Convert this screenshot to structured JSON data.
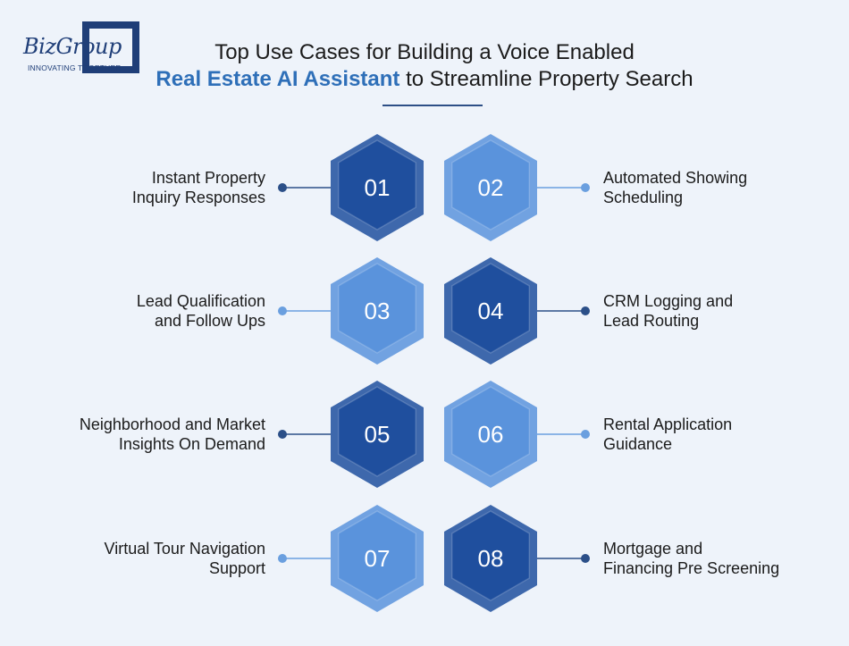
{
  "logo": {
    "brand": "BizGroup",
    "tagline": "INNOVATING TOGETHER"
  },
  "title": {
    "line1": "Top Use Cases for Building a Voice Enabled",
    "highlight": "Real Estate AI Assistant",
    "line2_rest": " to Streamline Property Search"
  },
  "colors": {
    "dark": "#1f4f9e",
    "light": "#5a93dc",
    "line_dark": "#2b4f88",
    "line_light": "#6a9fdf"
  },
  "items": [
    {
      "number": "01",
      "line1": "Instant Property",
      "line2": "Inquiry Responses",
      "side": "left",
      "tone": "dark"
    },
    {
      "number": "02",
      "line1": "Automated Showing",
      "line2": "Scheduling",
      "side": "right",
      "tone": "light"
    },
    {
      "number": "03",
      "line1": "Lead Qualification",
      "line2": "and Follow Ups",
      "side": "left",
      "tone": "light"
    },
    {
      "number": "04",
      "line1": "CRM Logging and",
      "line2": "Lead Routing",
      "side": "right",
      "tone": "dark"
    },
    {
      "number": "05",
      "line1": "Neighborhood and Market",
      "line2": "Insights On Demand",
      "side": "left",
      "tone": "dark"
    },
    {
      "number": "06",
      "line1": "Rental Application",
      "line2": "Guidance",
      "side": "right",
      "tone": "light"
    },
    {
      "number": "07",
      "line1": "Virtual Tour Navigation",
      "line2": "Support",
      "side": "left",
      "tone": "light"
    },
    {
      "number": "08",
      "line1": "Mortgage and",
      "line2": "Financing Pre Screening",
      "side": "right",
      "tone": "dark"
    }
  ]
}
